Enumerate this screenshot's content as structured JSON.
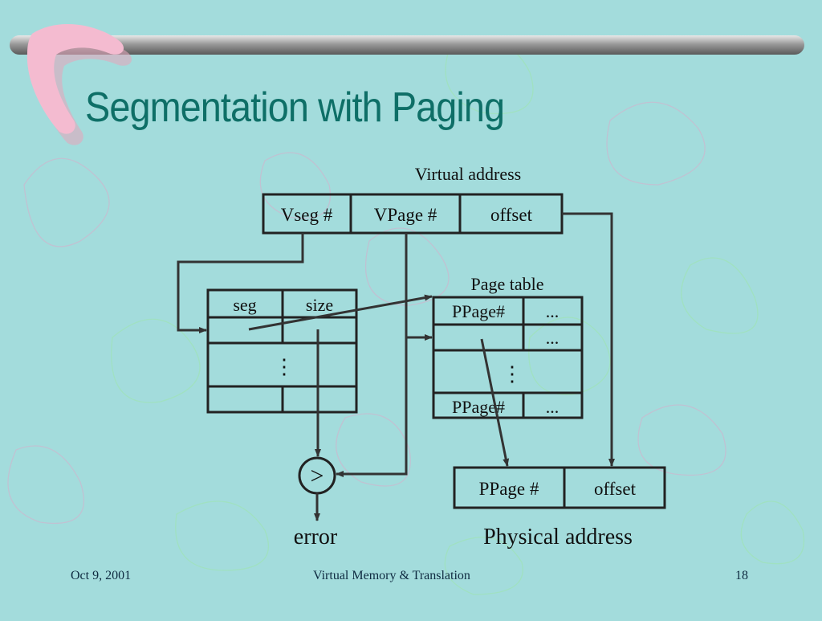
{
  "title": "Segmentation with Paging",
  "diagram": {
    "virtual_address": {
      "label": "Virtual address",
      "fields": [
        "Vseg #",
        "VPage #",
        "offset"
      ]
    },
    "segment_table": {
      "headers": [
        "seg",
        "size"
      ],
      "ellipsis": "⋮"
    },
    "page_table": {
      "label": "Page table",
      "row1": [
        "PPage#",
        "..."
      ],
      "row2": [
        "",
        "..."
      ],
      "ellipsis": "⋮",
      "row_last": [
        "PPage#",
        "..."
      ]
    },
    "comparator_symbol": ">",
    "error_label": "error",
    "physical_address": {
      "label": "Physical address",
      "fields": [
        "PPage #",
        "offset"
      ]
    }
  },
  "footer": {
    "date": "Oct 9, 2001",
    "center": "Virtual Memory & Translation",
    "page": "18"
  },
  "colors": {
    "background": "#a3dcdc",
    "title": "#0e6f67",
    "boomerang": "#f2b6cc"
  }
}
